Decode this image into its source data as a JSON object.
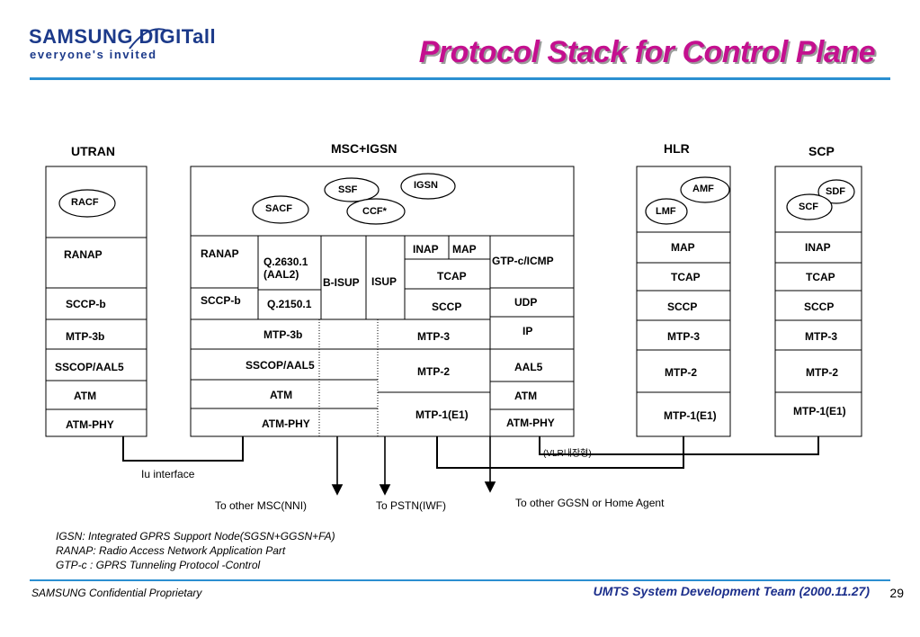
{
  "header": {
    "logo_line1": "SAMSUNG DIGITall",
    "logo_line2": "everyone's invited",
    "title": "Protocol Stack for Control Plane"
  },
  "nodes": {
    "utran": {
      "header": "UTRAN",
      "oval": "RACF",
      "layers": [
        "RANAP",
        "SCCP-b",
        "MTP-3b",
        "SSCOP/AAL5",
        "ATM",
        "ATM-PHY"
      ]
    },
    "msc": {
      "header": "MSC+IGSN",
      "ovals": [
        "SSF",
        "IGSN",
        "SACF",
        "CCF*"
      ],
      "left_layers": [
        "RANAP",
        "SCCP-b"
      ],
      "q2630": "Q.2630.1\n(AAL2)",
      "q2150": "Q.2150.1",
      "shared_layers": [
        "MTP-3b",
        "SSCOP/AAL5",
        "ATM",
        "ATM-PHY"
      ],
      "bisup": "B-ISUP",
      "isup": "ISUP",
      "inap": "INAP",
      "map": "MAP",
      "tcap": "TCAP",
      "sccp": "SCCP",
      "mtp_layers": [
        "MTP-3",
        "MTP-2",
        "MTP-1(E1)"
      ],
      "gtp": "GTP-c/ICMP",
      "ip_layers": [
        "UDP",
        "IP",
        "AAL5",
        "ATM",
        "ATM-PHY"
      ]
    },
    "hlr": {
      "header": "HLR",
      "ovals": [
        "AMF",
        "LMF"
      ],
      "layers": [
        "MAP",
        "TCAP",
        "SCCP",
        "MTP-3",
        "MTP-2",
        "MTP-1(E1)"
      ]
    },
    "scp": {
      "header": "SCP",
      "ovals": [
        "SDF",
        "SCF"
      ],
      "layers": [
        "INAP",
        "TCAP",
        "SCCP",
        "MTP-3",
        "MTP-2",
        "MTP-1(E1)"
      ]
    }
  },
  "connections": {
    "iu": "Iu interface",
    "vlr": "(VLR내장형)",
    "nni": "To other MSC(NNI)",
    "pstn": "To PSTN(IWF)",
    "ggsn": "To other GGSN or Home Agent"
  },
  "legend": [
    "IGSN: Integrated GPRS Support Node(SGSN+GGSN+FA)",
    "RANAP: Radio Access Network Application Part",
    "GTP-c : GPRS Tunneling Protocol -Control"
  ],
  "footer": {
    "left": "SAMSUNG Confidential  Proprietary",
    "right": "UMTS System Development Team (2000.11.27)",
    "page": "29"
  }
}
